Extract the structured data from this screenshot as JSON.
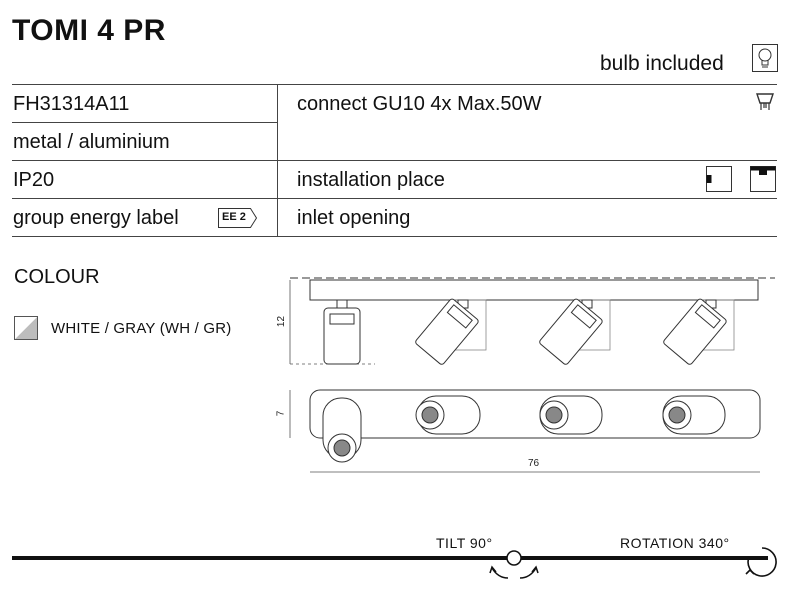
{
  "header": {
    "title": "TOMI 4 PR",
    "bulb_label": "bulb included",
    "bulb_icon": "lightbulb-icon"
  },
  "specs": {
    "rows": [
      {
        "left": "FH31314A11",
        "right": "connect GU10 4x Max.50W",
        "icon": "gu10-bulb-icon"
      },
      {
        "left": "metal / aluminium",
        "right": ""
      },
      {
        "left": "IP20",
        "right": "installation place",
        "icon": "installation-place-icons"
      },
      {
        "left": "group energy label",
        "right": "inlet opening"
      }
    ],
    "energy_badge": "EE 2"
  },
  "colour": {
    "heading": "COLOUR",
    "options": [
      {
        "label": "WHITE / GRAY (WH / GR)",
        "colors": [
          "#ffffff",
          "#bdbdbd"
        ]
      }
    ]
  },
  "dimensions": {
    "height": "12",
    "depth": "7",
    "length": "76"
  },
  "adjustments": {
    "tilt": "TILT 90°",
    "rotation": "ROTATION 340°"
  }
}
